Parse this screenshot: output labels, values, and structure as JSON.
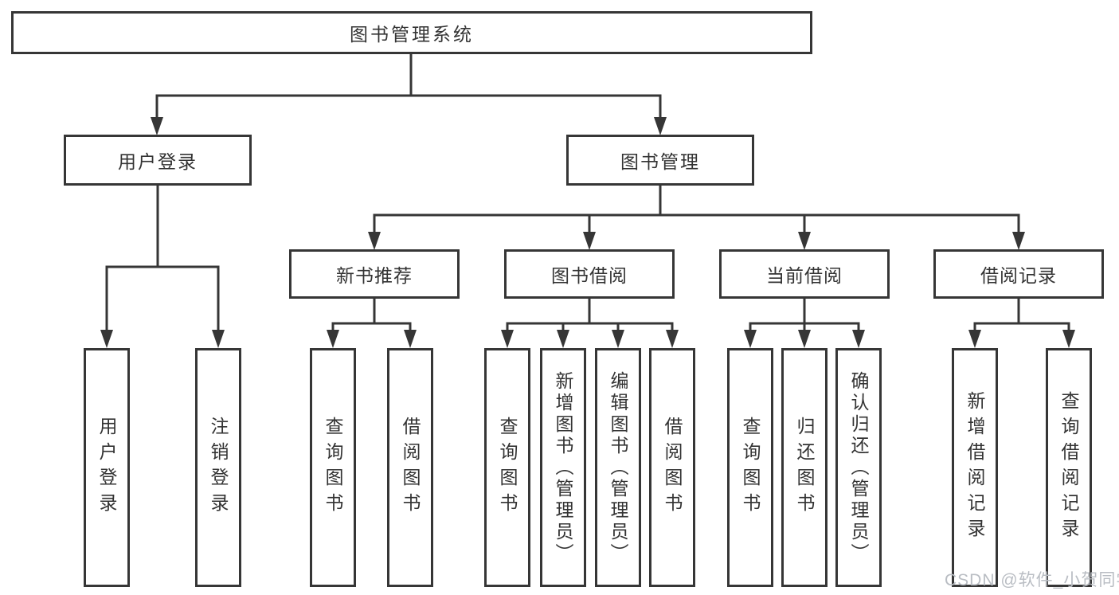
{
  "watermark": "CSDN @软件_小贺同学",
  "colors": {
    "line": "#363636",
    "text": "#333333",
    "background": "#ffffff",
    "watermark": "#b9bdc3"
  },
  "tree": {
    "root": {
      "label": "图书管理系统",
      "children": [
        {
          "label": "用户登录",
          "children": [
            {
              "label": "用户登录"
            },
            {
              "label": "注销登录"
            }
          ]
        },
        {
          "label": "图书管理",
          "children": [
            {
              "label": "新书推荐",
              "children": [
                {
                  "label": "查询图书"
                },
                {
                  "label": "借阅图书"
                }
              ]
            },
            {
              "label": "图书借阅",
              "children": [
                {
                  "label": "查询图书"
                },
                {
                  "label": "新增图书（管理员）"
                },
                {
                  "label": "编辑图书（管理员）"
                },
                {
                  "label": "借阅图书"
                }
              ]
            },
            {
              "label": "当前借阅",
              "children": [
                {
                  "label": "查询图书"
                },
                {
                  "label": "归还图书"
                },
                {
                  "label": "确认归还（管理员）"
                }
              ]
            },
            {
              "label": "借阅记录",
              "children": [
                {
                  "label": "新增借阅记录"
                },
                {
                  "label": "查询借阅记录"
                }
              ]
            }
          ]
        }
      ]
    }
  }
}
